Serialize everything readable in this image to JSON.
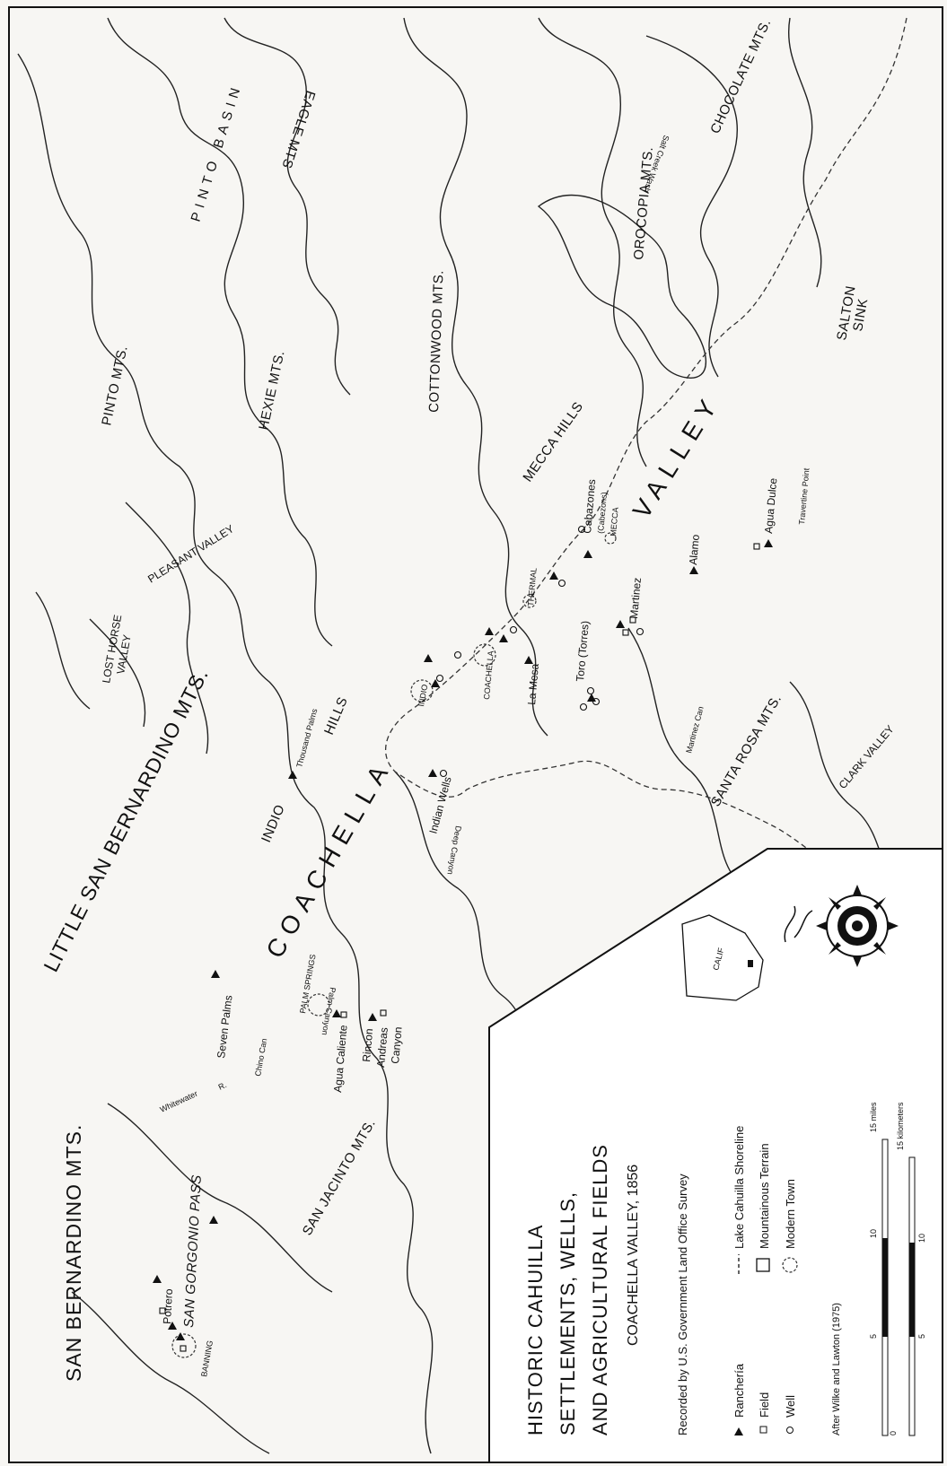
{
  "title": {
    "line1": "HISTORIC CAHUILLA",
    "line2": "SETTLEMENTS, WELLS,",
    "line3": "AND AGRICULTURAL FIELDS",
    "subtitle": "COACHELLA VALLEY, 1856",
    "source": "Recorded by U.S. Government Land Office Survey",
    "credit": "After Wilke and Lawton (1975)"
  },
  "legend": {
    "rancheria": "Ranchería",
    "field": "Field",
    "well": "Well",
    "shoreline": "Lake Cahuilla Shoreline",
    "mountain": "Mountainous Terrain",
    "town": "Modern Town"
  },
  "scale": {
    "miles": "15 miles",
    "km": "15 kilometers",
    "ticks": [
      "0",
      "5",
      "10",
      "5",
      "10"
    ]
  },
  "inset": {
    "calif": "CALIF"
  },
  "regions": {
    "coachella": "COACHELLA",
    "valley": "VALLEY"
  },
  "mountains": {
    "san_bernardino": "SAN BERNARDINO MTS.",
    "little_san_bernardino": "LITTLE SAN BERNARDINO MTS.",
    "pinto_mts": "PINTO MTS.",
    "pinto_basin": "PINTO BASIN",
    "eagle_mts": "EAGLE MTS",
    "hexie_mts": "HEXIE MTS.",
    "cottonwood_mts": "COTTONWOOD MTS.",
    "orocopia_mts": "OROCOPIA MTS.",
    "chocolate_mts": "CHOCOLATE MTS.",
    "mecca_hills": "MECCA HILLS",
    "indio_hills_a": "INDIO",
    "indio_hills_b": "HILLS",
    "santa_rosa": "SANTA ROSA MTS.",
    "san_jacinto": "SAN JACINTO MTS.",
    "san_gorgonio": "SAN GORGONIO PASS"
  },
  "places": {
    "pleasant_valley": "PLEASANT VALLEY",
    "lost_horse_1": "LOST HORSE",
    "lost_horse_2": "VALLEY",
    "salton_1": "SALTON",
    "salton_2": "SINK",
    "clark_valley": "CLARK VALLEY",
    "salt_creek": "Salt Creek Wash",
    "potrero": "Potrero",
    "banning": "BANNING",
    "whitewater": "Whitewater",
    "r": "R.",
    "seven_palms": "Seven Palms",
    "palm_springs": "PALM SPRINGS",
    "chino": "Chino Can",
    "palm_canyon": "Palm Canyon",
    "agua_caliente": "Agua Caliente",
    "rincon": "Rincon",
    "andreas_1": "Andreas",
    "andreas_2": "Canyon",
    "thousand_palms": "Thousand Palms",
    "indian_wells": "Indian Wells",
    "deep_canyon": "Deep Canyon",
    "indio_town": "INDIO",
    "coachella_town": "COACHELLA",
    "la_mesa": "La Mesa",
    "toro": "Toro (Torres)",
    "thermal": "THERMAL",
    "martinez": "Martinez",
    "martinez_can": "Martinez Can",
    "cabazones_1": "Cabazones",
    "cabazones_2": "(Cabezons)",
    "mecca": "MECCA",
    "alamo": "Alamo",
    "agua_dulce": "Agua Dulce",
    "travertine": "Travertine Point"
  }
}
